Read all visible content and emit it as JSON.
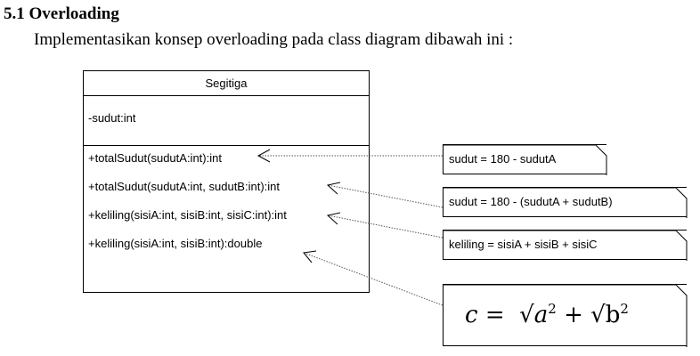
{
  "section": {
    "heading": "5.1 Overloading",
    "intro": "Implementasikan konsep overloading pada class diagram dibawah ini :"
  },
  "uml_class": {
    "name": "Segitiga",
    "attributes": [
      "-sudut:int"
    ],
    "methods": [
      "+totalSudut(sudutA:int):int",
      "+totalSudut(sudutA:int, sudutB:int):int",
      "+keliling(sisiA:int, sisiB:int, sisiC:int):int",
      "+keliling(sisiA:int, sisiB:int):double"
    ]
  },
  "notes": [
    "sudut = 180 - sudutA",
    "sudut = 180 - (sudutA + sudutB)",
    "keliling = sisiA + sisiB + sisiC"
  ],
  "formula": {
    "lhs": "c",
    "equals": "=",
    "root_sign": "√",
    "term1": "a",
    "plus": "+",
    "term2": "b",
    "exponent": "2"
  }
}
